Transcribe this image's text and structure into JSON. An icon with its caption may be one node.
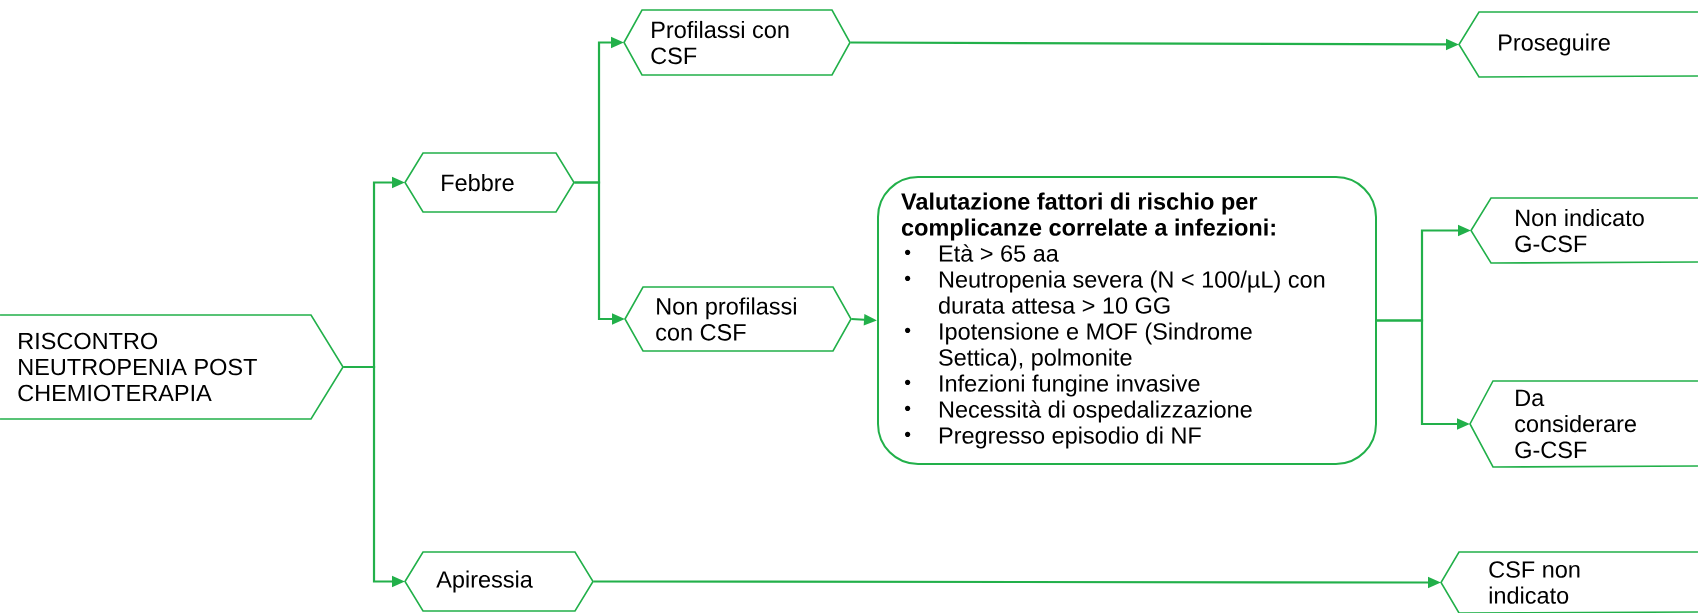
{
  "diagram": {
    "nodes": [
      {
        "text": [
          "RISCONTRO NEUTROPENIA POST CHEMIOTERAPIA"
        ]
      },
      {
        "text": [
          "Febbre"
        ]
      },
      {
        "text": [
          "Apiressia"
        ]
      },
      {
        "text": [
          "Profilassi con CSF"
        ]
      },
      {
        "text": [
          "Non profilassi con CSF"
        ]
      },
      {
        "text": [
          "Valutazione fattori di rischio per complicanze correlate a infezioni:",
          "Età > 65 aa",
          "Neutropenia severa (N < 100/µL) con durata attesa > 10 GG",
          "Ipotensione e MOF (Sindrome Settica), polmonite",
          "Infezioni fungine invasive",
          "Necessità di ospedalizzazione",
          "Pregresso episodio di NF"
        ]
      },
      {
        "text": [
          "Proseguire"
        ]
      },
      {
        "text": [
          "Non indicato G-CSF"
        ]
      },
      {
        "text": [
          "Da considerare G-CSF"
        ]
      },
      {
        "text": [
          "CSF non indicato"
        ]
      }
    ],
    "edges": [
      {
        "from": 0,
        "to": 1,
        "arrow": "to"
      },
      {
        "from": 0,
        "to": 2,
        "arrow": "to"
      },
      {
        "from": 1,
        "to": 3,
        "arrow": "to"
      },
      {
        "from": 1,
        "to": 4,
        "arrow": "to"
      },
      {
        "from": 4,
        "to": 5,
        "arrow": "to"
      },
      {
        "from": 3,
        "to": 6,
        "arrow": "to"
      },
      {
        "from": 2,
        "to": 9,
        "arrow": "to"
      },
      {
        "from": 5,
        "to": 7,
        "arrow": "to"
      },
      {
        "from": 5,
        "to": 8,
        "arrow": "to"
      }
    ]
  }
}
